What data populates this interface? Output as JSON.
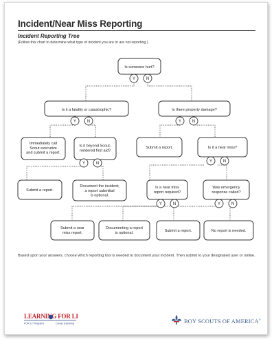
{
  "document": {
    "title": "Incident/Near Miss Reporting",
    "subtitle": "Incident Reporting Tree",
    "instruction": "(Follow this chart to determine what type of incident you are or are not reporting.)",
    "footnote": "Based upon your answers, choose which reporting tool is needed to document your incident. Then submit to your designated user or online."
  },
  "tree": {
    "nodes": [
      {
        "id": "q1",
        "lines": [
          "Is someone hurt?"
        ]
      },
      {
        "id": "q2",
        "lines": [
          "Is it a fatality or catastrophic?"
        ]
      },
      {
        "id": "q3",
        "lines": [
          "Is there property damage?"
        ]
      },
      {
        "id": "a1",
        "lines": [
          "Immediately call",
          "Scout executive",
          "and submit a report."
        ]
      },
      {
        "id": "q4",
        "lines": [
          "Is it beyond Scout-",
          "rendered first aid?"
        ]
      },
      {
        "id": "a2",
        "lines": [
          "Submit a report."
        ]
      },
      {
        "id": "q5",
        "lines": [
          "Is it a near miss?"
        ]
      },
      {
        "id": "a3",
        "lines": [
          "Submit a report."
        ]
      },
      {
        "id": "a4",
        "lines": [
          "Document the incident;",
          "a report submittal",
          "is optional."
        ]
      },
      {
        "id": "q6",
        "lines": [
          "Is a near miss",
          "report required?"
        ]
      },
      {
        "id": "q7",
        "lines": [
          "Was emergency",
          "response called?"
        ]
      },
      {
        "id": "a5",
        "lines": [
          "Submit a near",
          "miss report."
        ]
      },
      {
        "id": "a6",
        "lines": [
          "Documenting a report",
          "is optional."
        ]
      },
      {
        "id": "a7",
        "lines": [
          "Submit a report."
        ]
      },
      {
        "id": "a8",
        "lines": [
          "No report is needed."
        ]
      }
    ],
    "yes_label": "Y",
    "no_label": "N"
  },
  "logos": {
    "learning_for_life": {
      "main": "LEARNING FOR LIFE",
      "tag_left": "FOR 12 Programs",
      "tag_right": "Career Exploring"
    },
    "bsa": {
      "name": "BOY SCOUTS OF AMERICA",
      "mark": "®"
    }
  },
  "colors": {
    "ink": "#222222",
    "box_stroke": "#333333",
    "dotted": "#555555",
    "lfl_red": "#c2272d",
    "lfl_blue": "#2b4c8c",
    "bsa_blue": "#3a5a8a"
  }
}
